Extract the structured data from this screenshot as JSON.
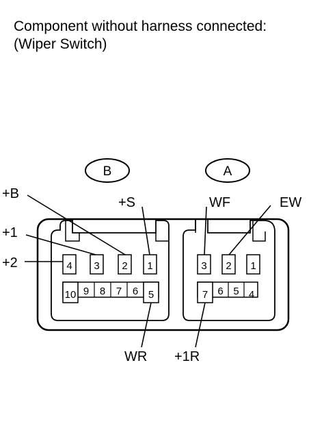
{
  "heading": {
    "line1": "Component without harness connected:",
    "line2": "(Wiper Switch)"
  },
  "connectors": {
    "b": {
      "label": "B",
      "upper_pins": [
        "4",
        "3",
        "2",
        "1"
      ],
      "lower_pins": [
        "10",
        "9",
        "8",
        "7",
        "6",
        "5"
      ]
    },
    "a": {
      "label": "A",
      "upper_pins": [
        "3",
        "2",
        "1"
      ],
      "lower_pins": [
        "7",
        "6",
        "5",
        "4"
      ]
    }
  },
  "terminals": {
    "plus_b": "+B",
    "plus_1": "+1",
    "plus_2": "+2",
    "plus_s": "+S",
    "wf": "WF",
    "ew": "EW",
    "wr": "WR",
    "plus_1r": "+1R"
  }
}
